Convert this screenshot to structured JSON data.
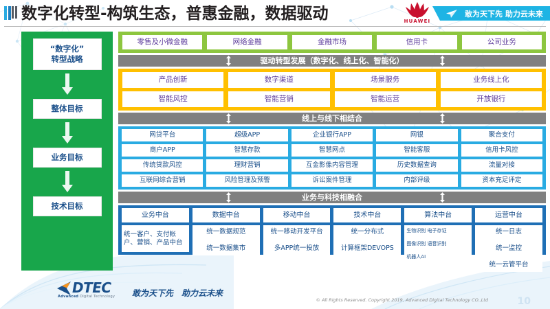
{
  "header": {
    "title": "数字化转型-构筑生态，普惠金融，数据驱动",
    "brand": "HUAWEI",
    "ribbon_text": "敢为天下先 助力云未来"
  },
  "strategy_column": {
    "items": [
      {
        "label": "“数字化”\n转型战略"
      },
      {
        "label": "整体目标"
      },
      {
        "label": "业务目标"
      },
      {
        "label": "技术目标"
      }
    ],
    "item0_line1": "“数字化”",
    "item0_line2": "转型战略",
    "item1": "整体目标",
    "item2": "业务目标",
    "item3": "技术目标"
  },
  "business_lines": {
    "cells": [
      "零售及小微金融",
      "网络金融",
      "金融市场",
      "信用卡",
      "公司业务"
    ]
  },
  "connectors": {
    "drive": "驱动转型发展（数字化、线上化、智能化）",
    "online_offline": "线上与线下相结合",
    "biz_tech": "业务与科技相融合"
  },
  "goals_orange": {
    "row1": [
      "产品创新",
      "数字渠道",
      "场景服务",
      "业务线上化"
    ],
    "row2": [
      "智能风控",
      "智能营销",
      "智能运营",
      "开放银行"
    ]
  },
  "applications_blue": {
    "row1": [
      "网贷平台",
      "超级APP",
      "企业银行APP",
      "网银",
      "聚合支付"
    ],
    "row2": [
      "商户APP",
      "智慧存款",
      "智慧网点",
      "智能客服",
      "信用卡风控"
    ],
    "row3": [
      "传统贷款风控",
      "理财营销",
      "互金影像内容管理",
      "历史数据查询",
      "流量对接"
    ],
    "row4": [
      "互联网综合营销",
      "风险管理及预警",
      "诉讼案件管理",
      "内部评级",
      "资本充足评定"
    ]
  },
  "platforms": {
    "columns": [
      {
        "head": "业务中台",
        "body": "统一客户、支付帐户、营销、产品中台"
      },
      {
        "head": "数据中台",
        "body": "统一数据规范\n统一数据集市"
      },
      {
        "head": "移动中台",
        "body": "统一移动开发平台\n多APP统一投放"
      },
      {
        "head": "技术中台",
        "body": "统一分布式\n计算框架DEVOPS"
      },
      {
        "head": "算法中台",
        "body": "生物识别 电子存证\n图像识别 语音识别\n机器人AI"
      },
      {
        "head": "运营中台",
        "body": "统一日志\n统一监控\n统一云管平台"
      }
    ],
    "c0_head": "业务中台",
    "c0_body": "统一客户、支付帐户、营销、产品中台",
    "c1_head": "数据中台",
    "c1_b1": "统一数据规范",
    "c1_b2": "统一数据集市",
    "c2_head": "移动中台",
    "c2_b1": "统一移动开发平台",
    "c2_b2": "多APP统一投放",
    "c3_head": "技术中台",
    "c3_b1": "统一分布式",
    "c3_b2": "计算框架DEVOPS",
    "c4_head": "算法中台",
    "c4_b1": "生物识别 电子存证",
    "c4_b2": "图像识别 语音识别",
    "c4_b3": "机器人AI",
    "c5_head": "运营中台",
    "c5_b1": "统一日志",
    "c5_b2": "统一监控",
    "c5_b3": "统一云管平台"
  },
  "footer": {
    "logo_word": "DTEC",
    "logo_sub_bold": "Advanced",
    "logo_sub_rest": " Digital Technology",
    "slogan": "敢为天下先　助力云未来",
    "copyright": "© All Rights Reserved. Copyright 2019, Advanced Digital Technology CO.,Ltd",
    "page_number": "10"
  },
  "colors": {
    "green_strategy": "#18a64b",
    "green_lines": "#8dc63f",
    "orange": "#ffc000",
    "light_blue": "#29abe2",
    "dark_blue": "#1f6fb5",
    "connector_gray": "#808080",
    "ribbon_cyan": "#1eb4e4",
    "huawei_red": "#c8102e",
    "text_purple": "#5b3a9b",
    "text_blue": "#1a4f8a"
  }
}
